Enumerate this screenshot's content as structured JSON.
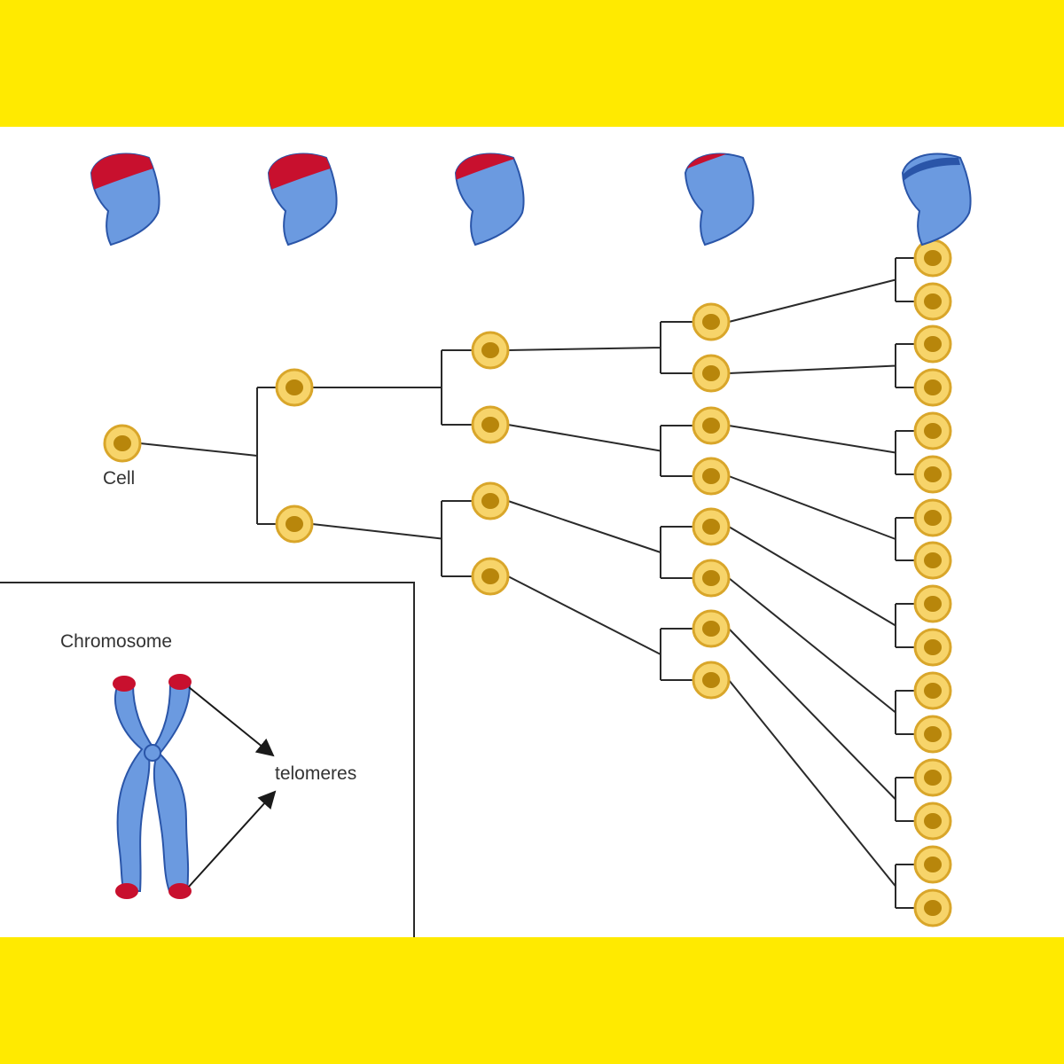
{
  "colors": {
    "band": "#ffea00",
    "background": "#ffffff",
    "line": "#2a2a2a",
    "cell_fill": "#f7d46a",
    "cell_stroke": "#d9a62a",
    "nucleus": "#b8860b",
    "chromatid": "#6b9ae0",
    "chromatid_stroke": "#2a55a8",
    "telomere": "#c8102e"
  },
  "labels": {
    "cell": "Cell",
    "chromosome": "Chromosome",
    "telomeres": "telomeres"
  },
  "tree": {
    "generations": 5,
    "cells_per_generation": [
      1,
      2,
      4,
      8,
      16
    ]
  },
  "telomere_stages": [
    {
      "stage": 1,
      "telomere_size": "large"
    },
    {
      "stage": 2,
      "telomere_size": "large"
    },
    {
      "stage": 3,
      "telomere_size": "medium"
    },
    {
      "stage": 4,
      "telomere_size": "small"
    },
    {
      "stage": 5,
      "telomere_size": "none"
    }
  ]
}
